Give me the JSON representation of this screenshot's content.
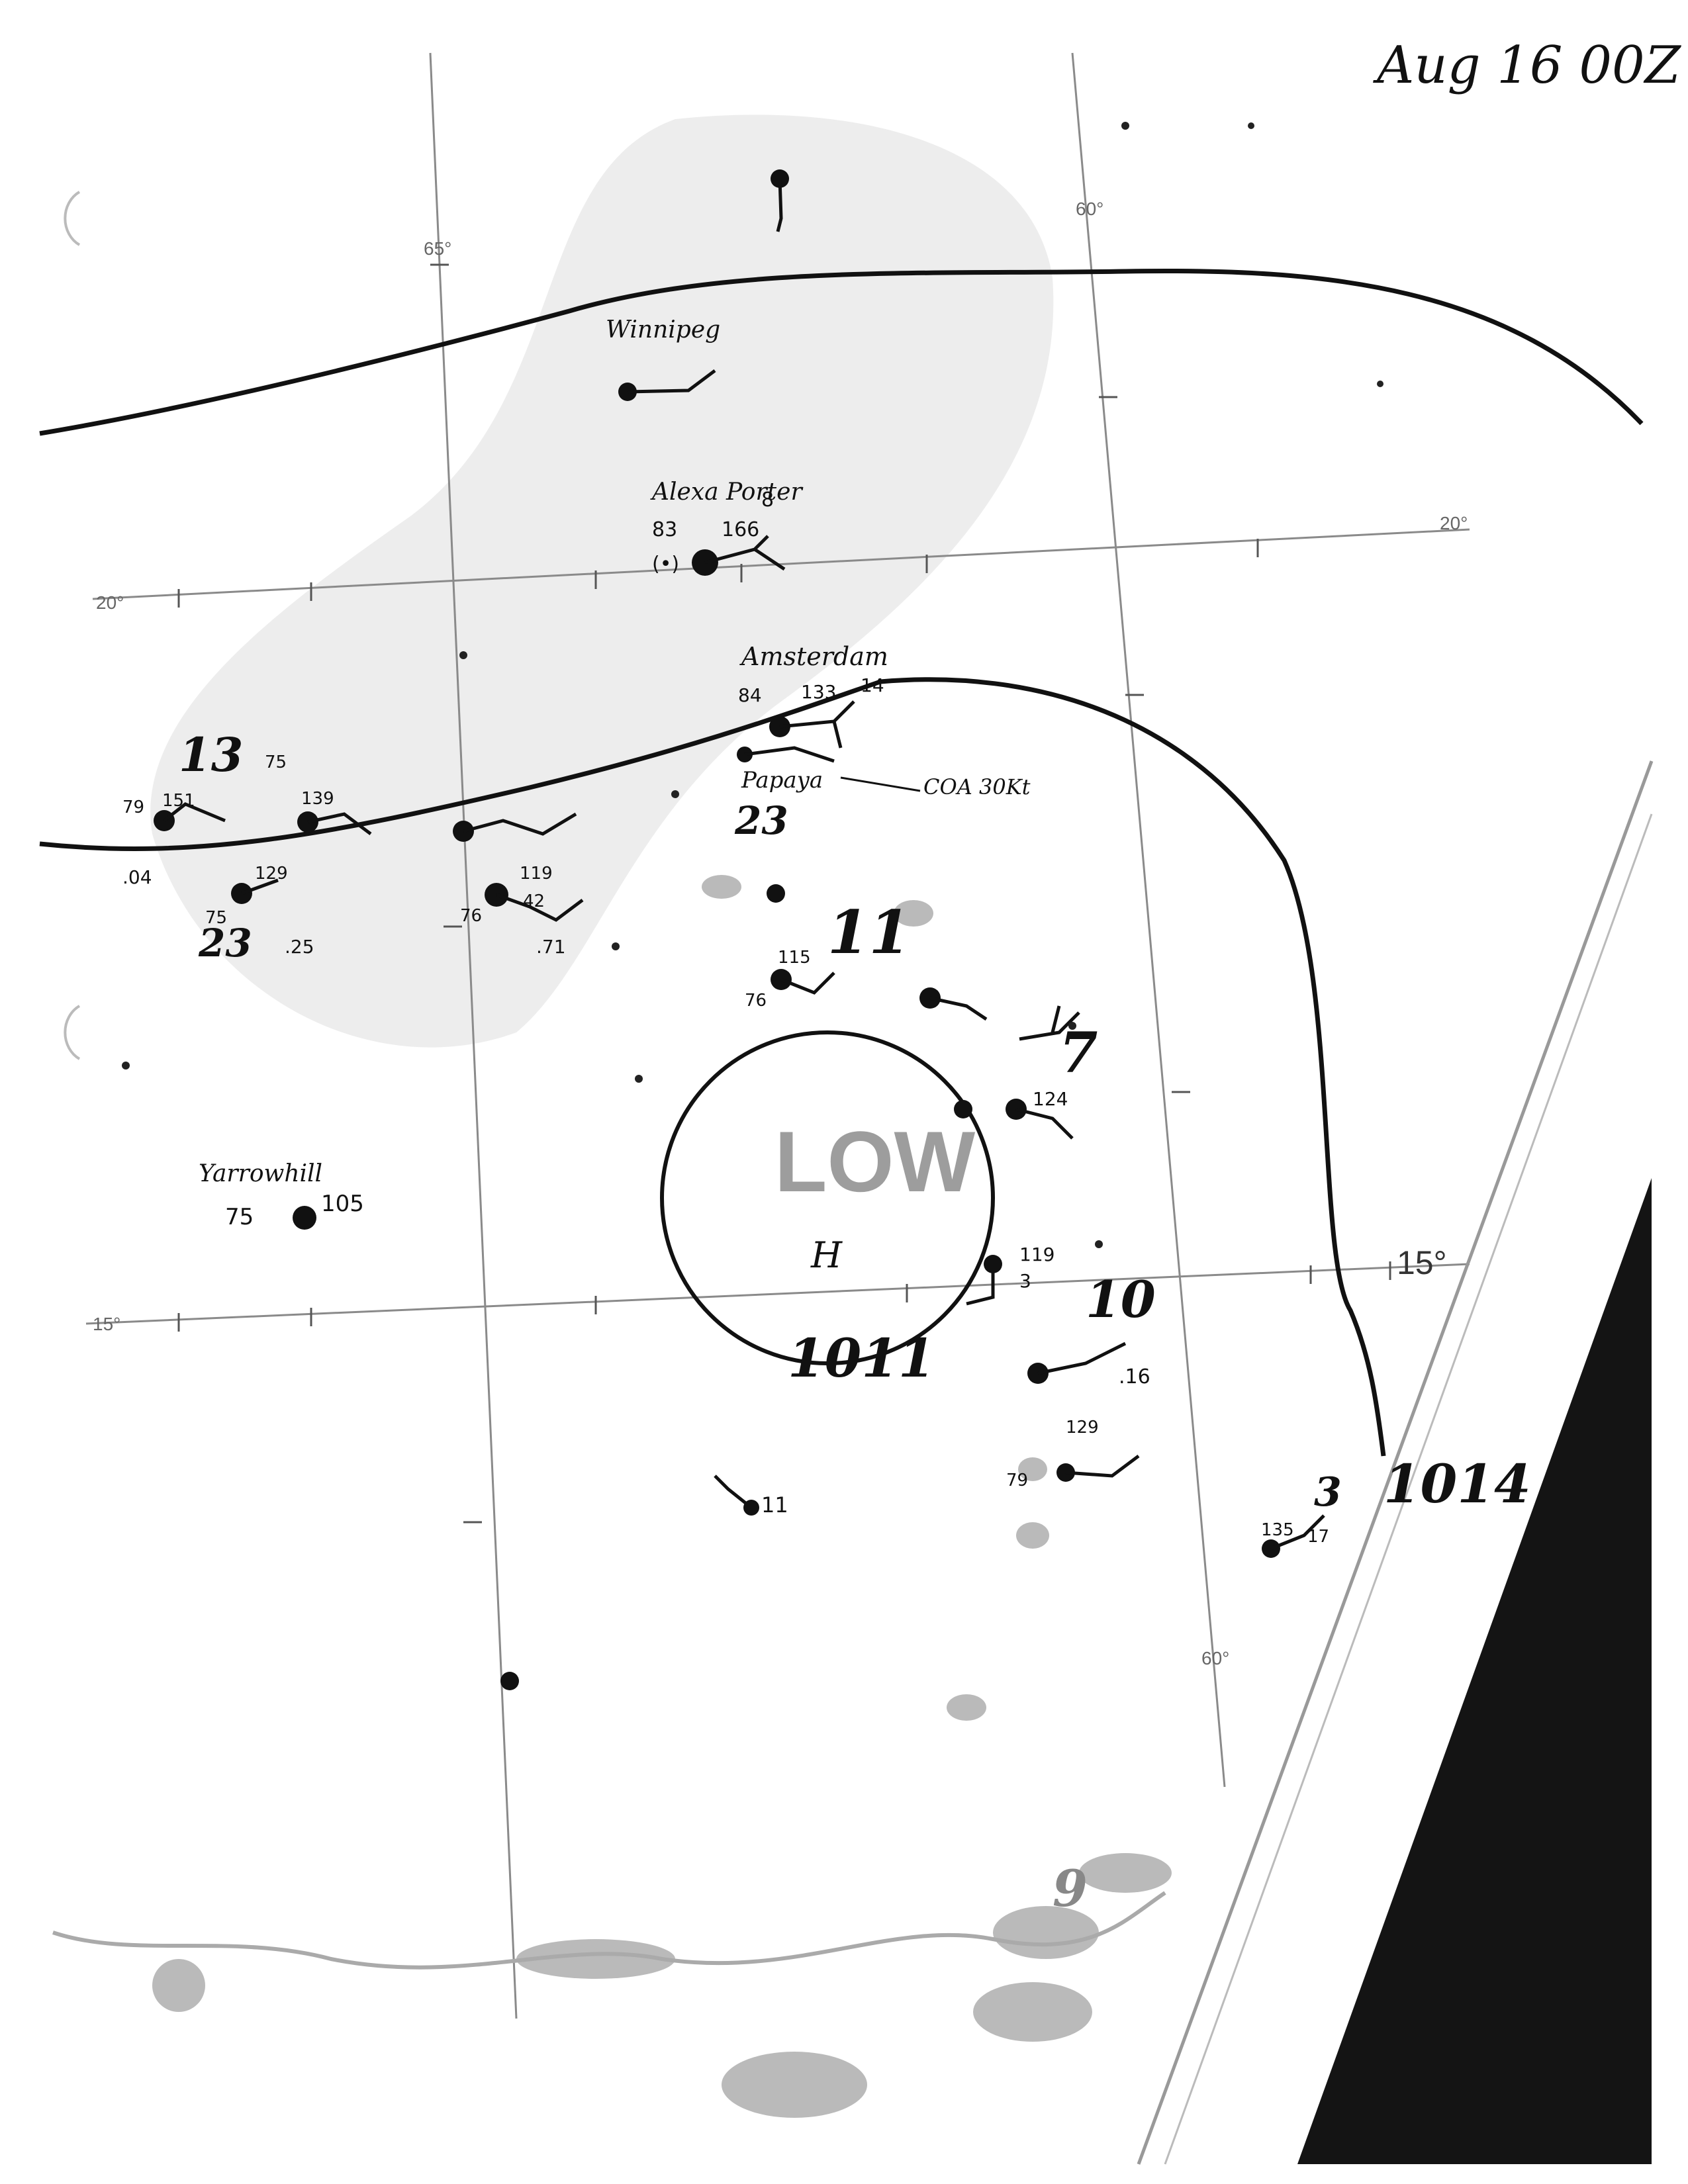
{
  "chart_title": "Aug 16 00Z",
  "colors": {
    "paper": "#ffffff",
    "ink": "#111111",
    "grid": "#8a8a8a",
    "shade": "#d9d9d9",
    "island": "#9a9a9a",
    "dark_corner": "#141414"
  },
  "grid_labels": {
    "lon_65": "65°",
    "lon_60_top": "60°",
    "lat_20_left": "20°",
    "lat_20_right": "20°",
    "lat_15_left": "15°",
    "lat_15_right": "15°",
    "lon_60_bottom": "60°"
  },
  "isobars": {
    "east_label": "1014",
    "low_label": "1011"
  },
  "low": {
    "stamp": "LOW",
    "symbol": "H"
  },
  "annotations": {
    "coa": "COA 30Kt",
    "pressure_change_13": "13",
    "pressure_change_23": "23",
    "pressure_change_23b": "23",
    "pressure_change_11": "11",
    "pressure_change_7": "7",
    "pressure_change_10": "10",
    "pressure_change_9": "9",
    "pressure_change_3": "3"
  },
  "stations": {
    "winnipeg": {
      "name": "Winnipeg"
    },
    "alex_porter": {
      "name": "Alexa Porter",
      "temp": "83",
      "pressure": "166",
      "tendency": "8",
      "cover": "(•)"
    },
    "amsterdam": {
      "name": "Amsterdam",
      "temp": "84",
      "pressure": "133",
      "tendency": "14"
    },
    "papaya": {
      "name": "Papaya"
    },
    "yarrowhill": {
      "name": "Yarrowhill",
      "temp": "75",
      "pressure": "105"
    },
    "west_station": {
      "temp": "79",
      "pressure": "151",
      "precip": ".04"
    },
    "west_station2": {
      "pressure": "139",
      "temp": "75"
    },
    "west_station3": {
      "temp": "75",
      "pressure": "129",
      "precip": ".25"
    },
    "mid_station": {
      "pressure": "119",
      "tendency": "42",
      "precip": ".71",
      "temp": "76"
    },
    "sw_station": {
      "pressure": "115",
      "temp": "76"
    },
    "se_station": {
      "pressure": "119",
      "tendency": "3"
    },
    "se_station2": {
      "precip": ".16"
    },
    "se_station3": {
      "temp": "79",
      "pressure": "129"
    },
    "east_station": {
      "pressure": "124"
    },
    "lone_station": {
      "value": "11"
    },
    "far_east": {
      "pressure": "135",
      "tendency": "17"
    }
  }
}
